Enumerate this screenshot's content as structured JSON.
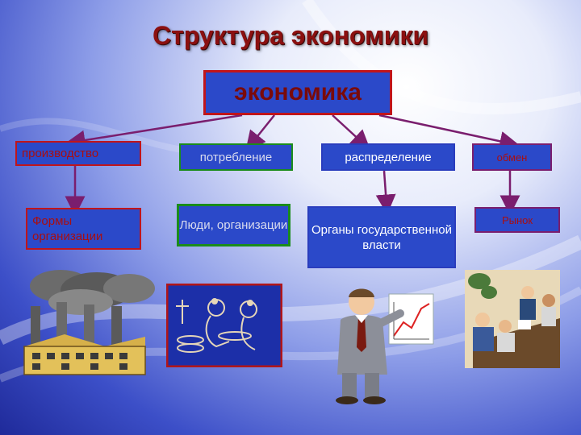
{
  "title": "Структура экономики",
  "root": "экономика",
  "branches": [
    {
      "label": "производство",
      "detail": "Формы организации",
      "border": "#c0151b",
      "text_color": "red"
    },
    {
      "label": "потребление",
      "detail": "Люди, организации",
      "border": "#1a8c1a",
      "text_color": "grey"
    },
    {
      "label": "распределение",
      "detail": "Органы государственной власти",
      "border": "#2a3dbd",
      "text_color": "white"
    },
    {
      "label": "обмен",
      "detail": "Рынок",
      "border": "#7a1e6e",
      "text_color": "red"
    }
  ],
  "colors": {
    "box_fill": "#2b49c9",
    "connector": "#7a1e6e",
    "title": "#8b1010"
  },
  "illustrations": [
    "factory-clipart",
    "dining-people-clipart",
    "presenter-chart-clipart",
    "meeting-clipart"
  ]
}
